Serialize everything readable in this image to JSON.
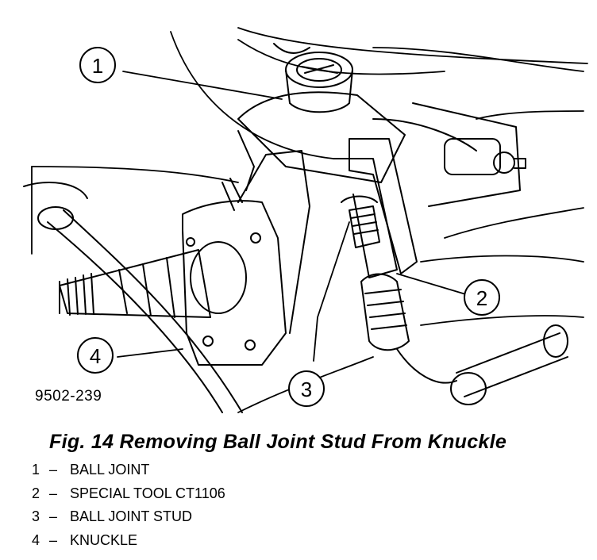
{
  "callouts": [
    {
      "number": "1"
    },
    {
      "number": "2"
    },
    {
      "number": "3"
    },
    {
      "number": "4"
    }
  ],
  "drawing_id": "9502-239",
  "caption": "Fig. 14 Removing Ball Joint Stud From Knuckle",
  "legend": [
    {
      "number": "1",
      "dash": "–",
      "label": "BALL JOINT"
    },
    {
      "number": "2",
      "dash": "–",
      "label": "SPECIAL TOOL CT1106"
    },
    {
      "number": "3",
      "dash": "–",
      "label": "BALL JOINT STUD"
    },
    {
      "number": "4",
      "dash": "–",
      "label": "KNUCKLE"
    }
  ]
}
